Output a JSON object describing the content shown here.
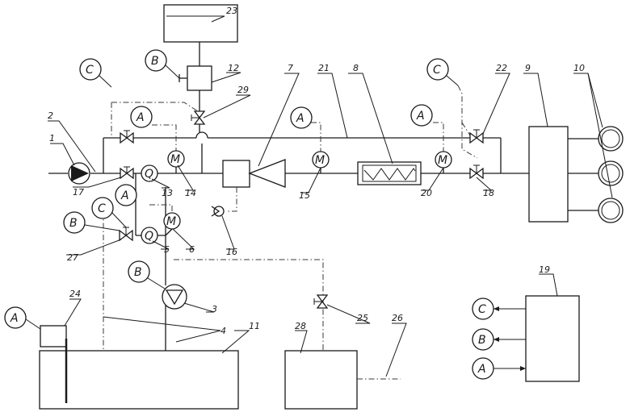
{
  "labels": {
    "n1": "1",
    "n2": "2",
    "n3": "3",
    "n4": "4",
    "n5": "5",
    "n6": "6",
    "n7": "7",
    "n8": "8",
    "n9": "9",
    "n10": "10",
    "n11": "11",
    "n12": "12",
    "n13": "13",
    "n14": "14",
    "n15": "15",
    "n16": "16",
    "n17": "17",
    "n18": "18",
    "n19": "19",
    "n20": "20",
    "n21": "21",
    "n22": "22",
    "n23": "23",
    "n24": "24",
    "n25": "25",
    "n26": "26",
    "n27": "27",
    "n28": "28",
    "n29": "29"
  },
  "letters": {
    "A": "A",
    "B": "B",
    "C": "C",
    "M": "M",
    "Q": "Q"
  }
}
